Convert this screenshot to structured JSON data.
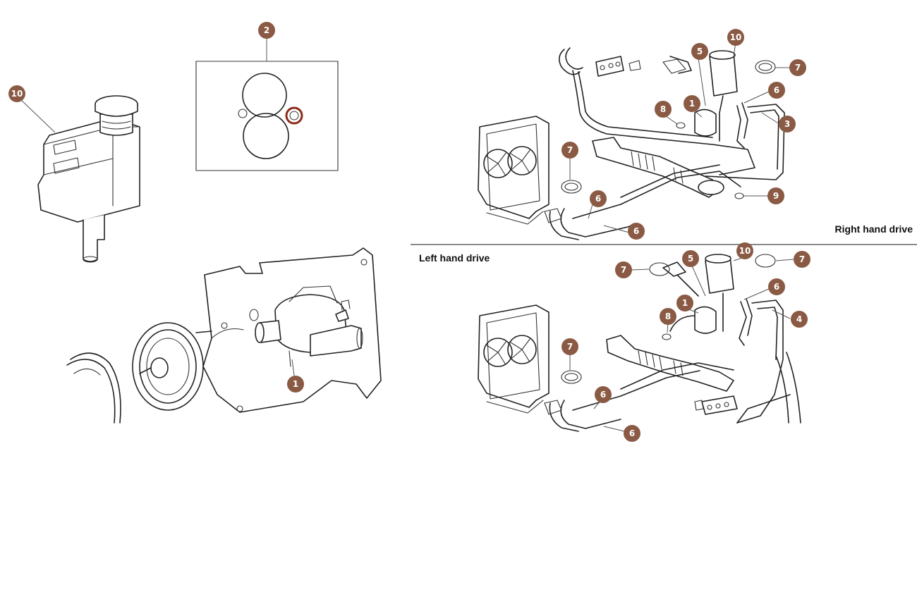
{
  "labels": {
    "right_hand_drive": "Right hand drive",
    "left_hand_drive": "Left hand drive"
  },
  "colors": {
    "callout": "#8a5a44",
    "oring_highlight": "#8b2a1a"
  },
  "callouts": [
    {
      "id": "c-reservoir-10",
      "n": "10"
    },
    {
      "id": "c-seal-kit-2",
      "n": "2"
    },
    {
      "id": "c-pump-1",
      "n": "1"
    },
    {
      "id": "c-rhd-10",
      "n": "10"
    },
    {
      "id": "c-rhd-5",
      "n": "5"
    },
    {
      "id": "c-rhd-7a",
      "n": "7"
    },
    {
      "id": "c-rhd-6a",
      "n": "6"
    },
    {
      "id": "c-rhd-1",
      "n": "1"
    },
    {
      "id": "c-rhd-8",
      "n": "8"
    },
    {
      "id": "c-rhd-3",
      "n": "3"
    },
    {
      "id": "c-rhd-7b",
      "n": "7"
    },
    {
      "id": "c-rhd-9",
      "n": "9"
    },
    {
      "id": "c-rhd-6b",
      "n": "6"
    },
    {
      "id": "c-rhd-6c",
      "n": "6"
    },
    {
      "id": "c-lhd-10",
      "n": "10"
    },
    {
      "id": "c-lhd-5",
      "n": "5"
    },
    {
      "id": "c-lhd-7a",
      "n": "7"
    },
    {
      "id": "c-lhd-7b",
      "n": "7"
    },
    {
      "id": "c-lhd-6a",
      "n": "6"
    },
    {
      "id": "c-lhd-1",
      "n": "1"
    },
    {
      "id": "c-lhd-8",
      "n": "8"
    },
    {
      "id": "c-lhd-4",
      "n": "4"
    },
    {
      "id": "c-lhd-7c",
      "n": "7"
    },
    {
      "id": "c-lhd-6b",
      "n": "6"
    },
    {
      "id": "c-lhd-6c",
      "n": "6"
    }
  ]
}
